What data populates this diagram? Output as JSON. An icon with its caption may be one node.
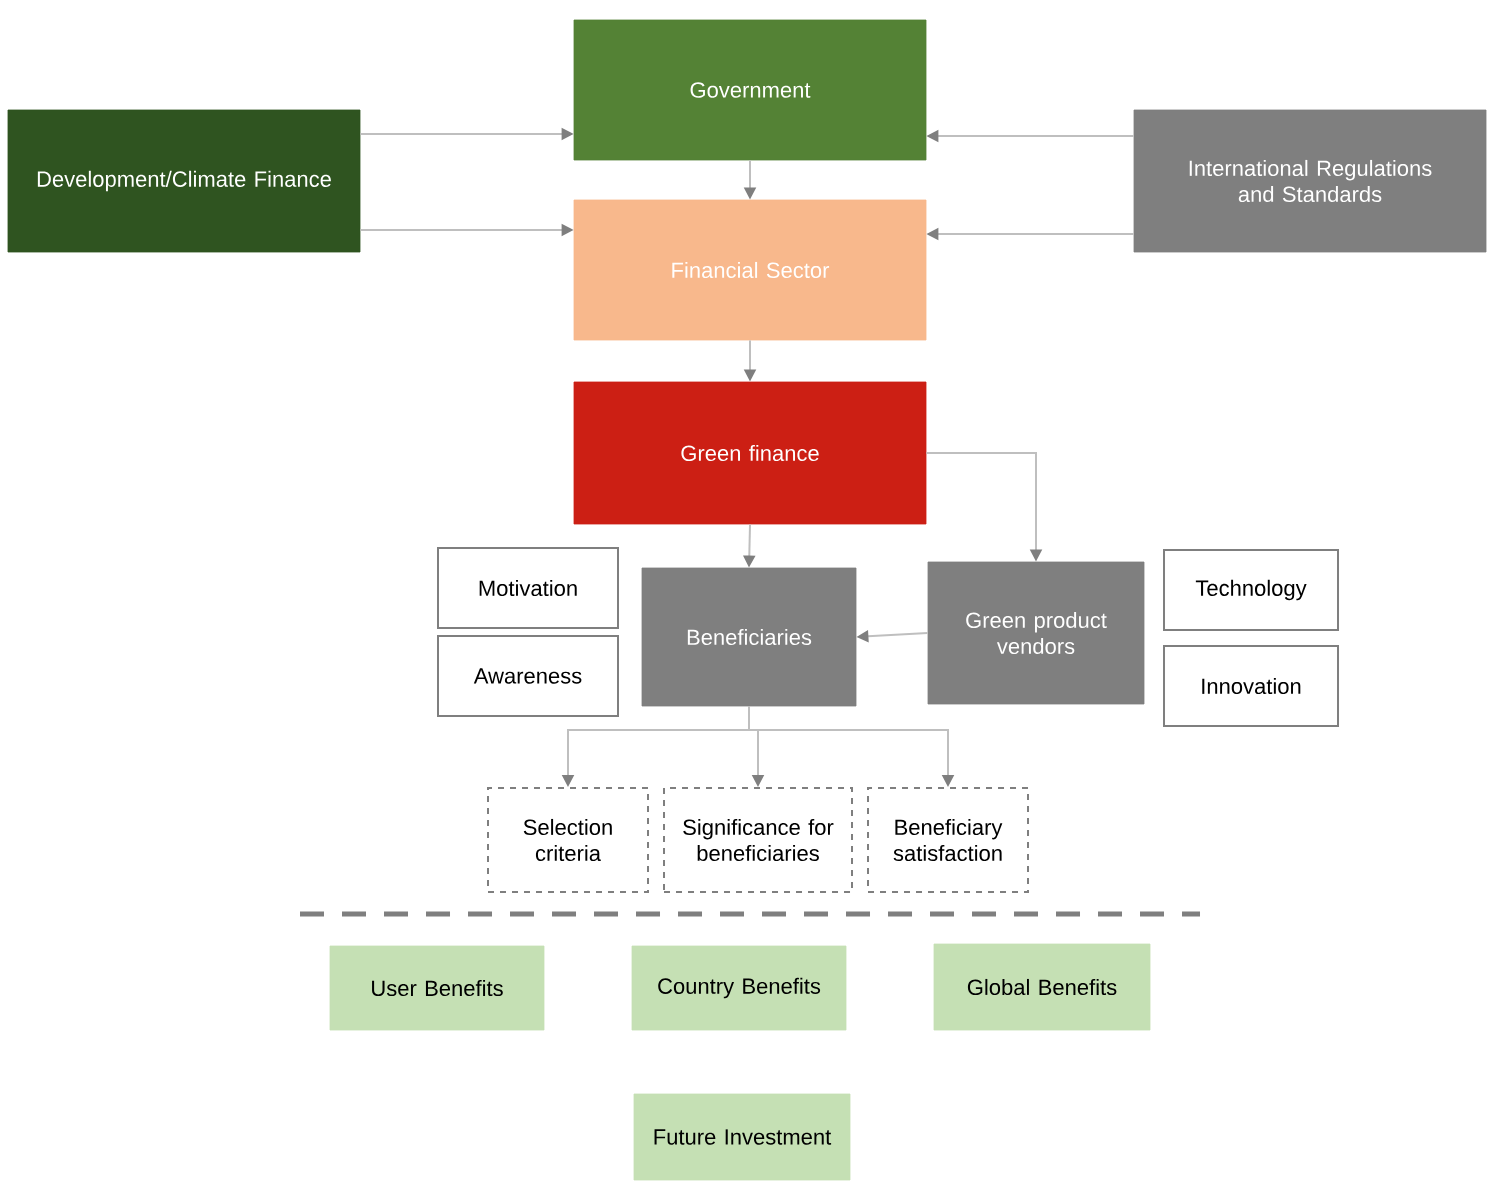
{
  "diagram": {
    "nodes": [
      {
        "text": [
          "Development/Climate Finance"
        ]
      },
      {
        "text": [
          "Government"
        ]
      },
      {
        "text": [
          "International Regulations and Standards"
        ]
      },
      {
        "text": [
          "Financial Sector"
        ]
      },
      {
        "text": [
          "Green finance"
        ]
      },
      {
        "text": [
          "Motivation"
        ]
      },
      {
        "text": [
          "Awareness"
        ]
      },
      {
        "text": [
          "Beneficiaries"
        ]
      },
      {
        "text": [
          "Green product vendors"
        ]
      },
      {
        "text": [
          "Technology"
        ]
      },
      {
        "text": [
          "Innovation"
        ]
      },
      {
        "text": [
          "Selection criteria"
        ]
      },
      {
        "text": [
          "Significance for beneficiaries"
        ]
      },
      {
        "text": [
          "Beneficiary satisfaction"
        ]
      },
      {
        "text": [
          "User Benefits"
        ]
      },
      {
        "text": [
          "Country Benefits"
        ]
      },
      {
        "text": [
          "Global Benefits"
        ]
      },
      {
        "text": [
          "Future Investment"
        ]
      }
    ],
    "edges": [
      {
        "from": 0,
        "to": 1,
        "arrow": "to"
      },
      {
        "from": 0,
        "to": 3,
        "arrow": "to"
      },
      {
        "from": 2,
        "to": 1,
        "arrow": "to"
      },
      {
        "from": 2,
        "to": 3,
        "arrow": "to"
      },
      {
        "from": 1,
        "to": 3,
        "arrow": "to"
      },
      {
        "from": 3,
        "to": 4,
        "arrow": "to"
      },
      {
        "from": 4,
        "to": 7,
        "arrow": "to"
      },
      {
        "from": 4,
        "to": 8,
        "arrow": "to"
      },
      {
        "from": 8,
        "to": 7,
        "arrow": "to"
      },
      {
        "from": 7,
        "to": 11,
        "arrow": "to"
      },
      {
        "from": 7,
        "to": 12,
        "arrow": "to"
      },
      {
        "from": 7,
        "to": 13,
        "arrow": "to"
      }
    ]
  }
}
